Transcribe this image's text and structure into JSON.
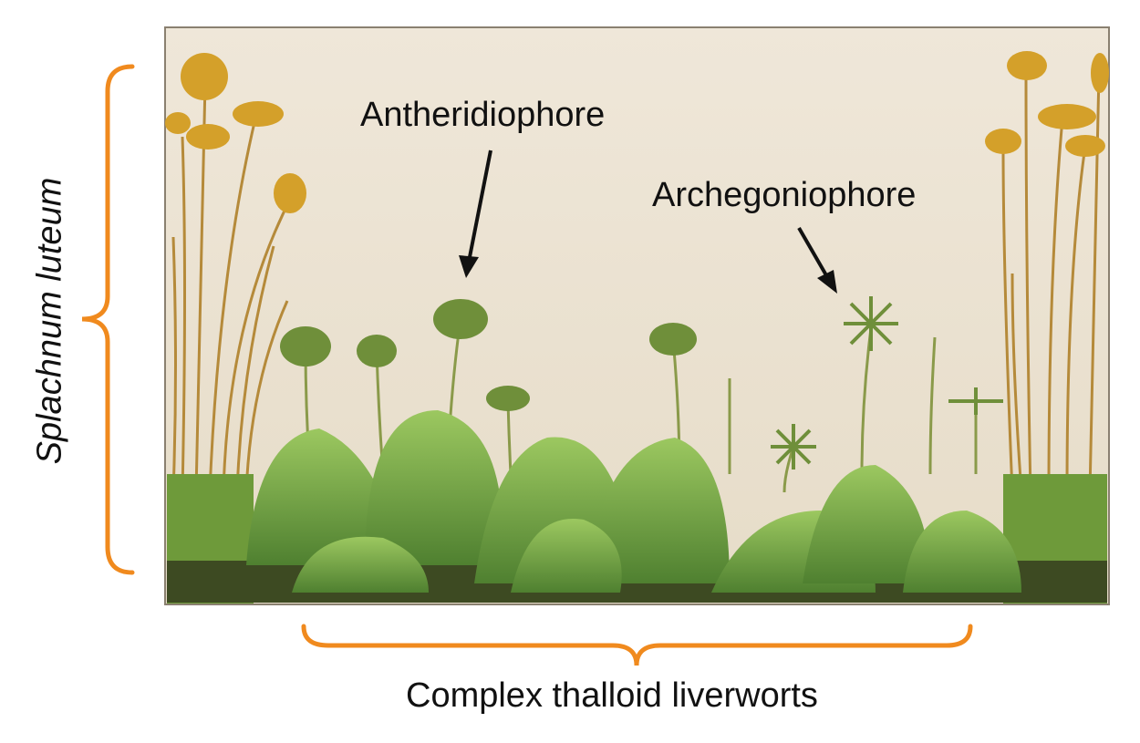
{
  "labels": {
    "antheridiophore": "Antheridiophore",
    "archegoniophore": "Archegoniophore",
    "splachnum": "Splachnum luteum",
    "liverworts": "Complex thalloid liverworts"
  },
  "colors": {
    "brace": "#f08a1e",
    "background": "#ede4d4",
    "leaf": "#7fb445",
    "leaf_dark": "#4f7a2a",
    "moss_cap": "#d4a02a",
    "arrow": "#111111"
  }
}
